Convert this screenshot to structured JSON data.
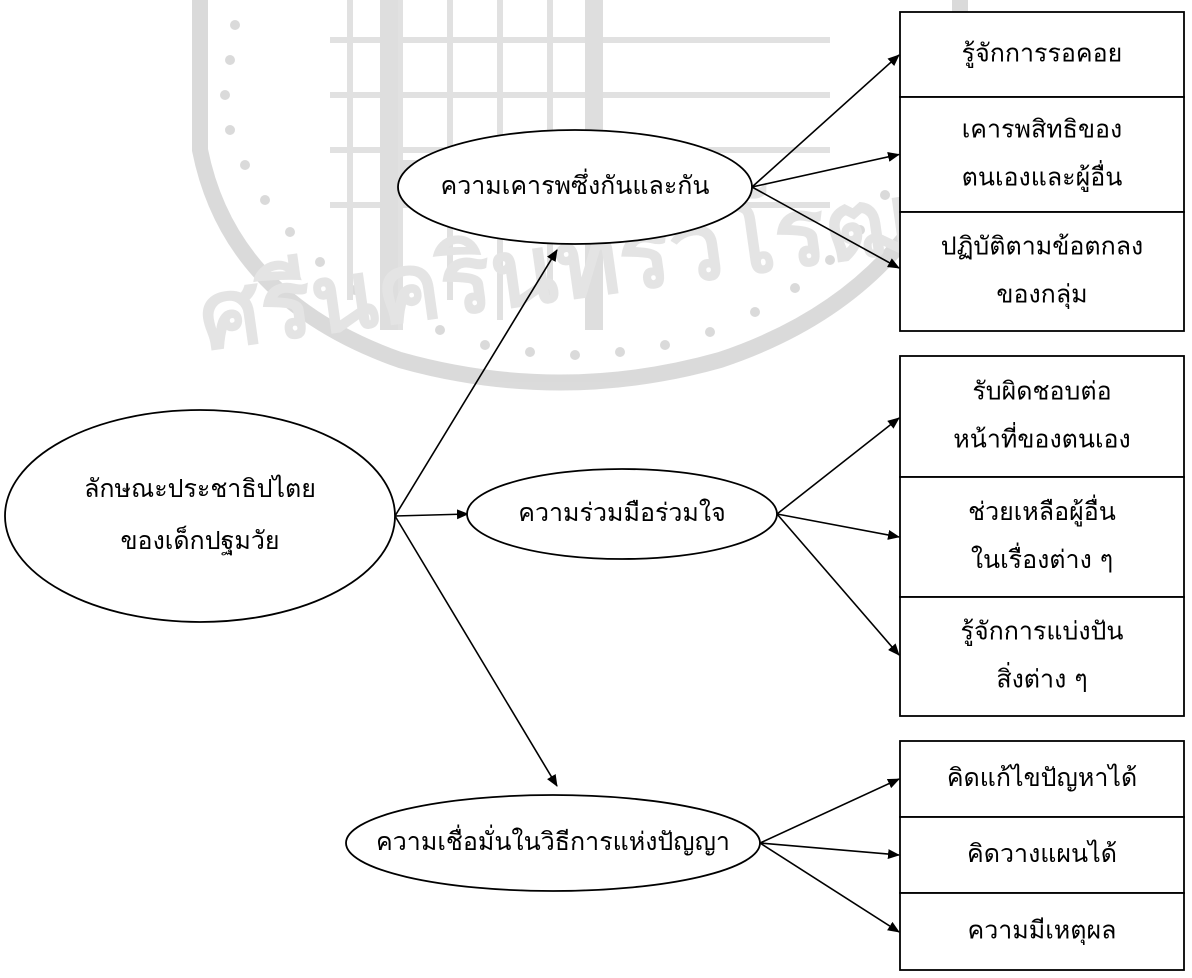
{
  "watermark": {
    "text": "ศรีนครินทรวิโรฒ"
  },
  "root": {
    "lines": [
      "ลักษณะประชาธิปไตย",
      "ของเด็กปฐมวัย"
    ]
  },
  "branches": [
    {
      "label": "ความเคารพซึ่งกันและกัน",
      "items": [
        {
          "lines": [
            "รู้จักการรอคอย"
          ]
        },
        {
          "lines": [
            "เคารพสิทธิของ",
            "ตนเองและผู้อื่น"
          ]
        },
        {
          "lines": [
            "ปฏิบัติตามข้อตกลง",
            "ของกลุ่ม"
          ]
        }
      ]
    },
    {
      "label": "ความร่วมมือร่วมใจ",
      "items": [
        {
          "lines": [
            "รับผิดชอบต่อ",
            "หน้าที่ของตนเอง"
          ]
        },
        {
          "lines": [
            "ช่วยเหลือผู้อื่น",
            "ในเรื่องต่าง ๆ"
          ]
        },
        {
          "lines": [
            "รู้จักการแบ่งปัน",
            "สิ่งต่าง ๆ"
          ]
        }
      ]
    },
    {
      "label": "ความเชื่อมั่นในวิธีการแห่งปัญญา",
      "items": [
        {
          "lines": [
            "คิดแก้ไขปัญหาได้"
          ]
        },
        {
          "lines": [
            "คิดวางแผนได้"
          ]
        },
        {
          "lines": [
            "ความมีเหตุผล"
          ]
        }
      ]
    }
  ],
  "colors": {
    "stroke": "#000000",
    "watermark": "#cfcfcf"
  }
}
